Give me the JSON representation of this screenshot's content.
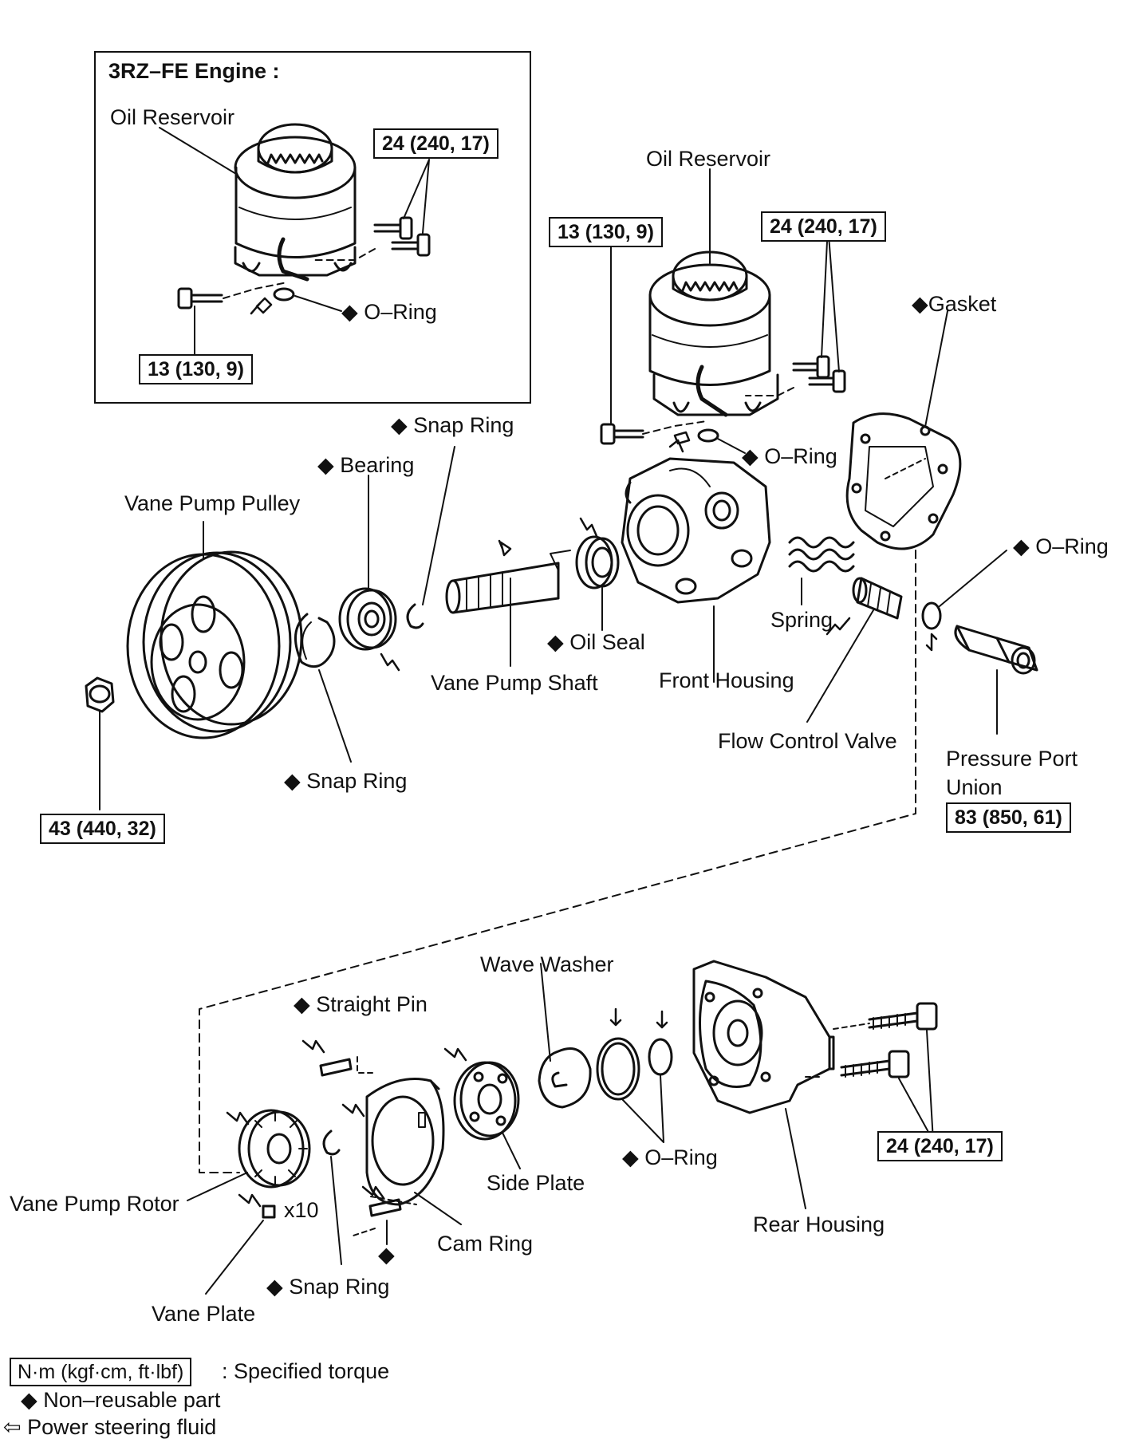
{
  "inset": {
    "title": "3RZ–FE Engine :",
    "oil_reservoir": "Oil Reservoir",
    "o_ring": "◆ O–Ring",
    "torque_top": "24 (240, 17)",
    "torque_bottom": "13 (130, 9)"
  },
  "main": {
    "oil_reservoir": "Oil Reservoir",
    "torque_reservoir_left": "13 (130, 9)",
    "torque_reservoir_right": "24 (240, 17)",
    "gasket": "◆Gasket",
    "o_ring_reservoir": "◆ O–Ring",
    "snap_ring_top": "◆ Snap Ring",
    "bearing": "◆ Bearing",
    "vane_pump_pulley": "Vane Pump Pulley",
    "o_ring_port": "◆ O–Ring",
    "oil_seal": "◆ Oil Seal",
    "spring": "Spring",
    "vane_pump_shaft": "Vane Pump Shaft",
    "front_housing": "Front Housing",
    "flow_control_valve": "Flow Control Valve",
    "snap_ring_pulley": "◆ Snap Ring",
    "pressure_port_union_1": "Pressure Port",
    "pressure_port_union_2": "Union",
    "torque_union": "83 (850, 61)",
    "torque_pulley": "43 (440, 32)"
  },
  "lower": {
    "wave_washer": "Wave Washer",
    "straight_pin": "◆ Straight Pin",
    "o_ring": "◆ O–Ring",
    "side_plate": "Side Plate",
    "torque_rear": "24 (240, 17)",
    "vane_pump_rotor": "Vane Pump Rotor",
    "x10": "x10",
    "rear_housing": "Rear Housing",
    "cam_ring": "Cam Ring",
    "snap_ring": "◆ Snap Ring",
    "diamond": "◆",
    "vane_plate": "Vane Plate"
  },
  "legend": {
    "torque_box": "N·m (kgf·cm, ft·lbf)",
    "torque_text": ": Specified torque",
    "nonreusable": "◆ Non–reusable part",
    "fluid": "⇦ Power steering fluid"
  }
}
